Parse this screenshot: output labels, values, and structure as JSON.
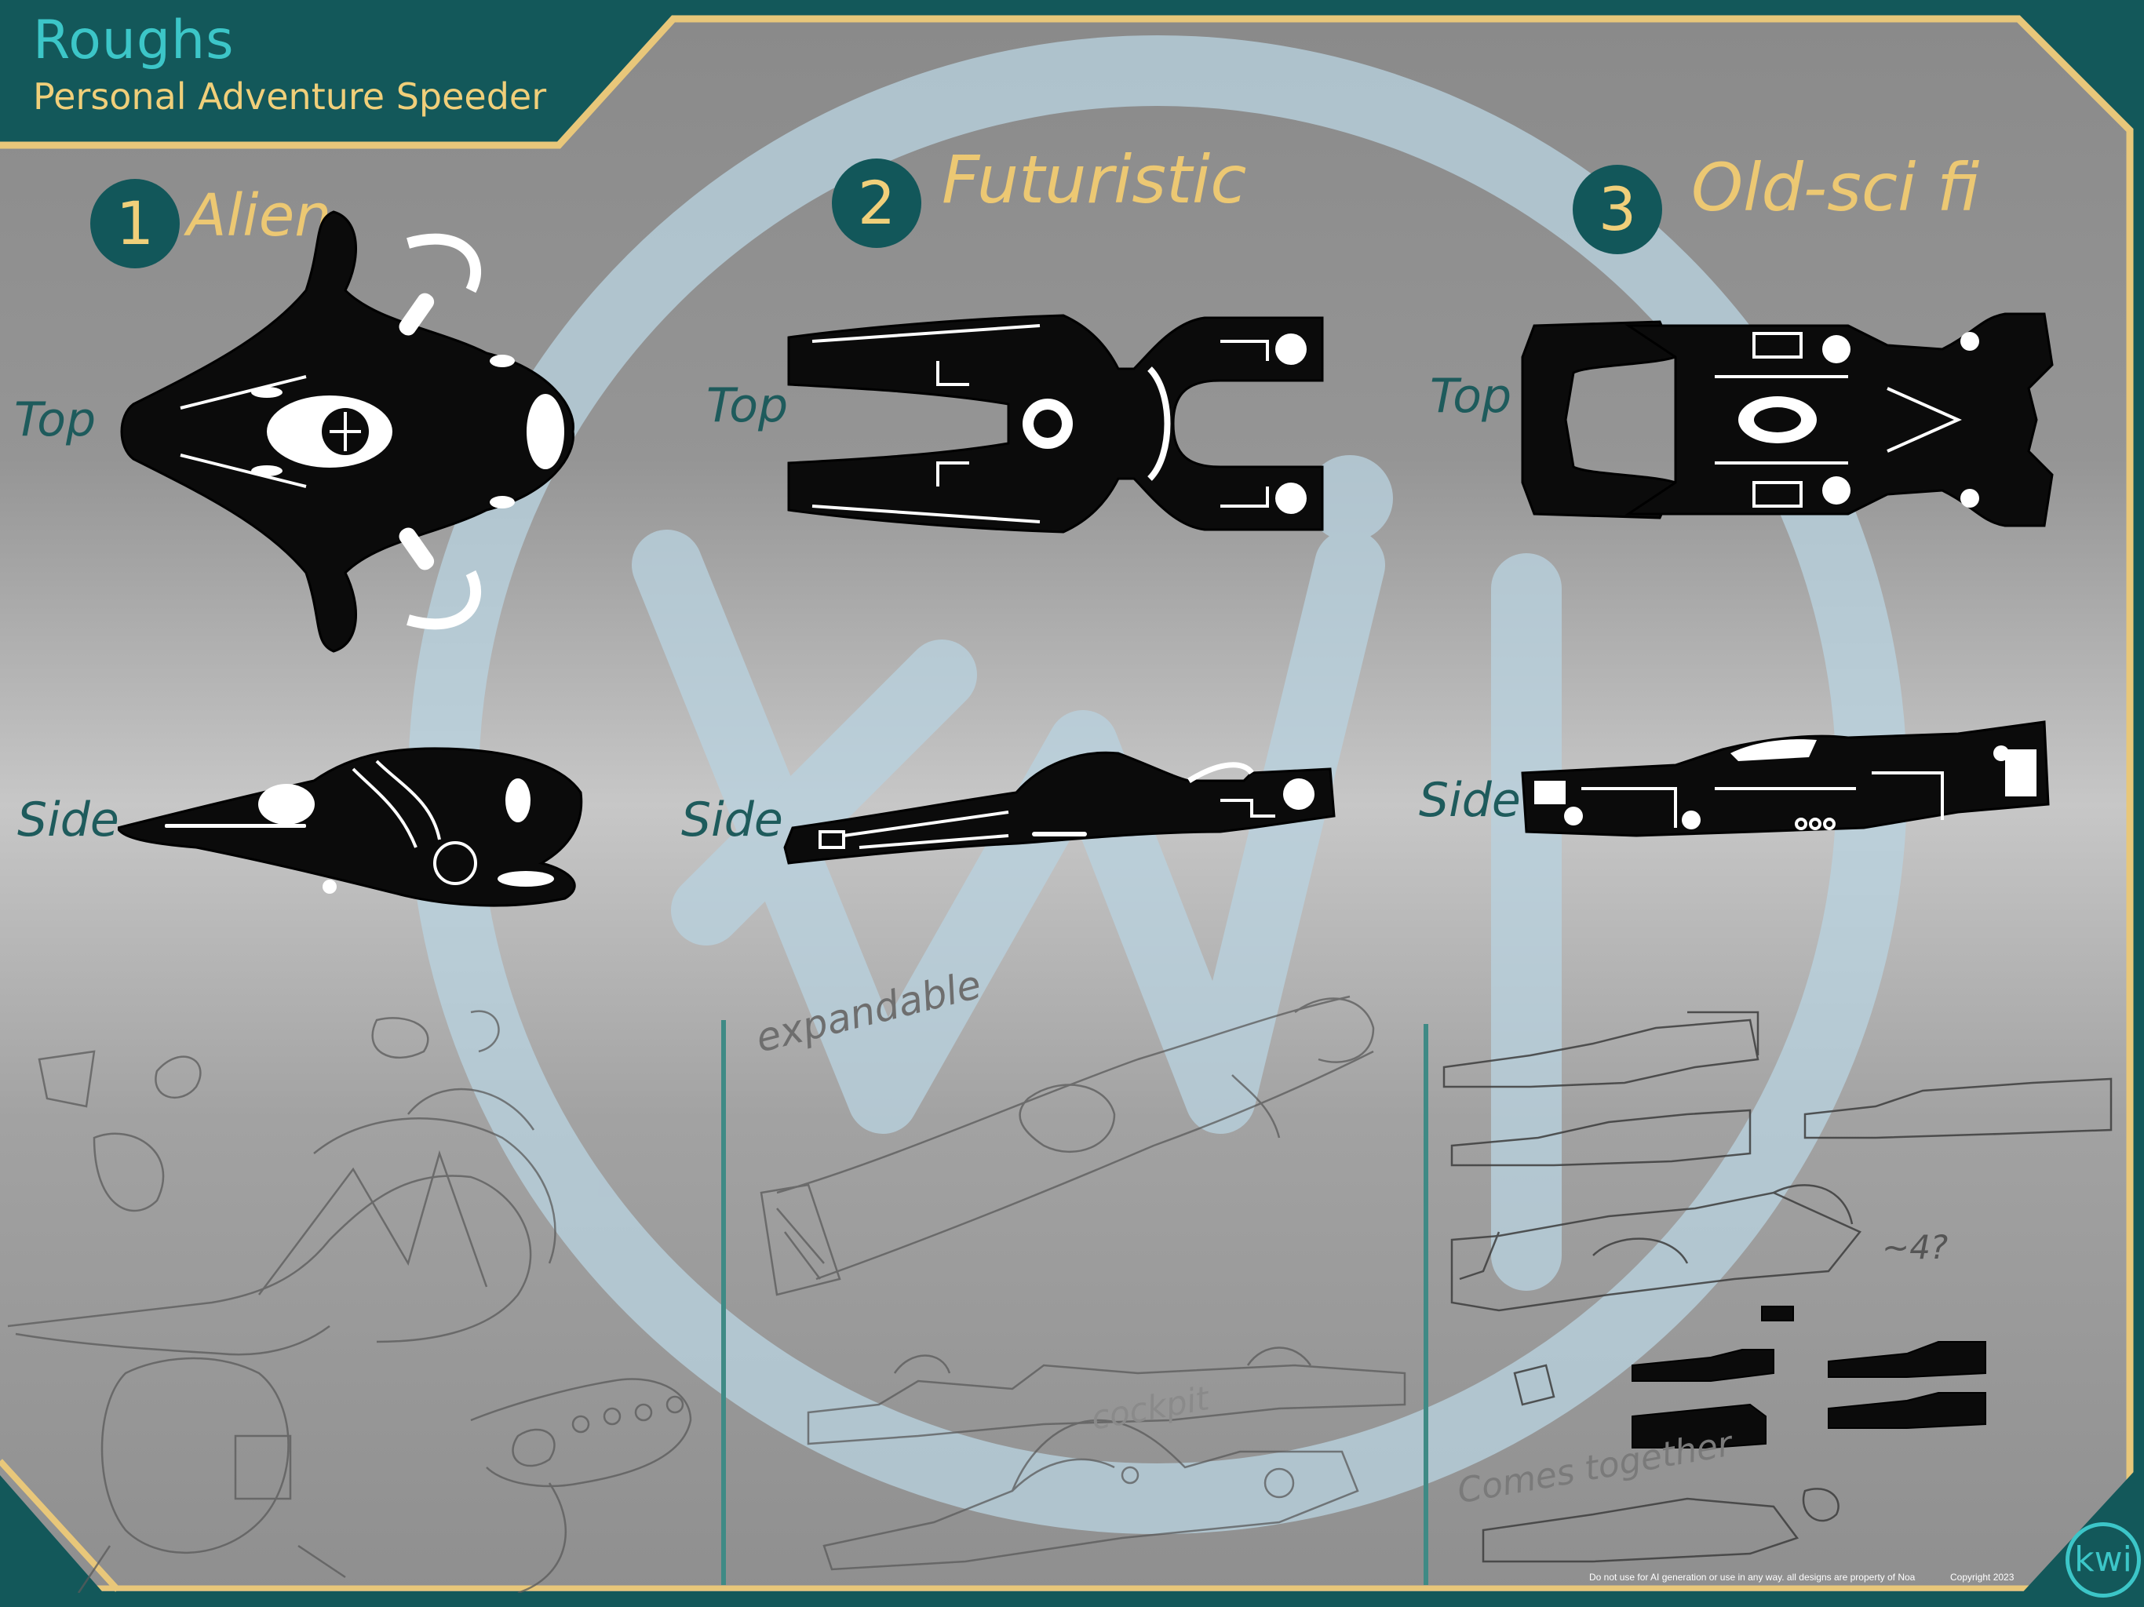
{
  "header": {
    "title": "Roughs",
    "subtitle": "Personal Adventure Speeder"
  },
  "concepts": [
    {
      "number": "1",
      "name": "Alien",
      "top_label": "Top",
      "side_label": "Side"
    },
    {
      "number": "2",
      "name": "Futuristic",
      "top_label": "Top",
      "side_label": "Side"
    },
    {
      "number": "3",
      "name": "Old-sci fi",
      "top_label": "Top",
      "side_label": "Side"
    }
  ],
  "sketch_notes": {
    "expandable": "expandable",
    "cockpit": "cockpit",
    "question": "~4?",
    "comes_together": "Comes together"
  },
  "footer": {
    "disclaimer": "Do not use for AI generation or use in any way. all designs are property of Noa",
    "copyright": "Copyright 2023"
  },
  "logo": {
    "text": "kwi"
  },
  "colors": {
    "frame": "#13585a",
    "accent_gold": "#e8c77a",
    "accent_teal": "#3cc6c8",
    "canvas_top": "#8d8d8d",
    "canvas_bottom": "#929292",
    "watermark": "#b9d2df"
  }
}
